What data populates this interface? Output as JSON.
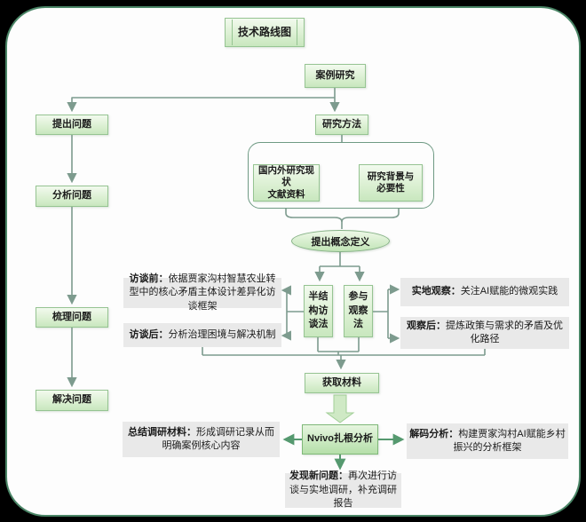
{
  "diagram": {
    "title": "技术路线图",
    "nodes": {
      "case_study": "案例研究",
      "raise_problem": "提出问题",
      "analyze_problem": "分析问题",
      "sort_problem": "梳理问题",
      "solve_problem": "解决问题",
      "research_method": "研究方法",
      "literature_line1": "国内外研究现状",
      "literature_line2": "文献资料",
      "background_line1": "研究背景与",
      "background_line2": "必要性",
      "concept_definition": "提出概念定义",
      "semi_structured_interview": "半结构访谈法",
      "participant_observation": "参与观察法",
      "obtain_material": "获取材料",
      "nvivo_analysis": "Nvivo扎根分析"
    },
    "annotations": {
      "interview_before": {
        "label": "访谈前：",
        "text": "依据贾家沟村智慧农业转型中的核心矛盾主体设计差异化访谈框架"
      },
      "interview_after": {
        "label": "访谈后：",
        "text": "分析治理困境与解决机制"
      },
      "field_observation": {
        "label": "实地观察：",
        "text": "关注AI赋能的微观实践"
      },
      "observation_after": {
        "label": "观察后：",
        "text": "提炼政策与需求的矛盾及优化路径"
      },
      "summary": {
        "label": "总结调研材料：",
        "text": "形成调研记录从而明确案例核心内容"
      },
      "decoding": {
        "label": "解码分析：",
        "text": "构建贾家沟村AI赋能乡村振兴的分析框架"
      },
      "new_problem": {
        "label": "发现新问题：",
        "text": "再次进行访谈与实地调研，补充调研报告"
      }
    },
    "colors": {
      "background": "#000000",
      "panel_border": "#4a8566",
      "node_fill_top": "#f2faee",
      "node_fill_bottom": "#c8e7be",
      "node_border": "#96c492",
      "nvivo_fill_bottom": "#b5dfa9",
      "connector": "#7d9b8e",
      "green_arrow": "#55996f",
      "annotation_bg": "#e9e9e9"
    }
  }
}
